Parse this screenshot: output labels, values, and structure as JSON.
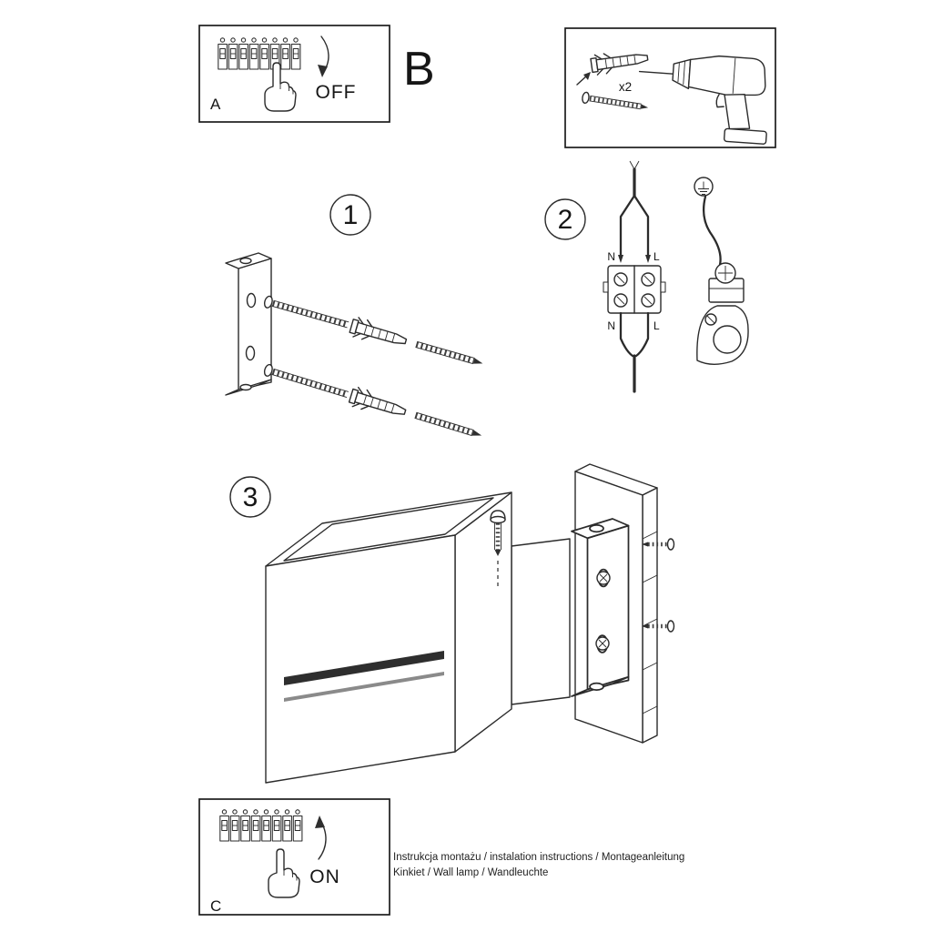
{
  "doc": {
    "panel_a": {
      "letter": "A",
      "action": "OFF"
    },
    "letter_b": "B",
    "tools": {
      "anchor_qty": "x2"
    },
    "steps": [
      {
        "num": "1"
      },
      {
        "num": "2"
      },
      {
        "num": "3"
      }
    ],
    "wiring": {
      "n_top": "N",
      "l_top": "L",
      "n_bottom": "N",
      "l_bottom": "L"
    },
    "panel_c": {
      "letter": "C",
      "action": "ON"
    },
    "footer": {
      "line1": "Instrukcja montażu / instalation instructions / Montageanleitung",
      "line2": "Kinkiet / Wall lamp / Wandleuchte"
    }
  }
}
